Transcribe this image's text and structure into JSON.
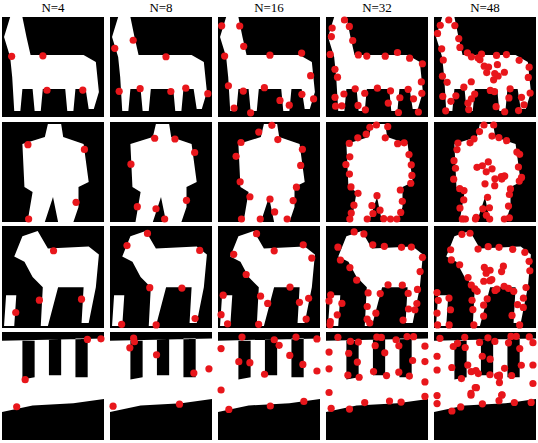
{
  "diagram": {
    "labels": [
      "N=4",
      "N=8",
      "N=16",
      "N=32",
      "N=48"
    ]
  }
}
